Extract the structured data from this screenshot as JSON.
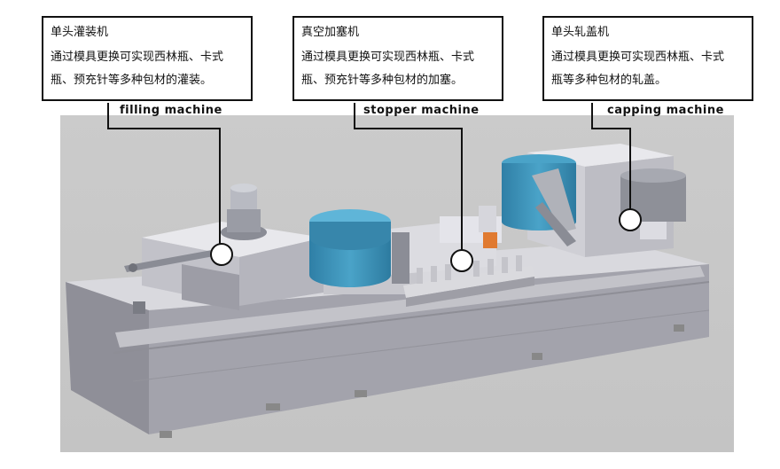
{
  "callouts": [
    {
      "title": "单头灌装机",
      "line1": "通过模具更换可实现西林瓶、卡式",
      "line2": "瓶、预充针等多种包材的灌装。",
      "english": "filling machine"
    },
    {
      "title": "真空加塞机",
      "line1": "通过模具更换可实现西林瓶、卡式",
      "line2": "瓶、预充针等多种包材的加塞。",
      "english": "stopper machine"
    },
    {
      "title": "单头轧盖机",
      "line1": "通过模具更换可实现西林瓶、卡式",
      "line2": "瓶等多种包材的轧盖。",
      "english": "capping machine"
    }
  ],
  "colors": {
    "background": "#c9c9c9",
    "machine_gray": "#a9aab4",
    "bowl_blue": "#3a8fb5",
    "stopper_orange": "#e07a30",
    "leader_line": "#111111"
  }
}
